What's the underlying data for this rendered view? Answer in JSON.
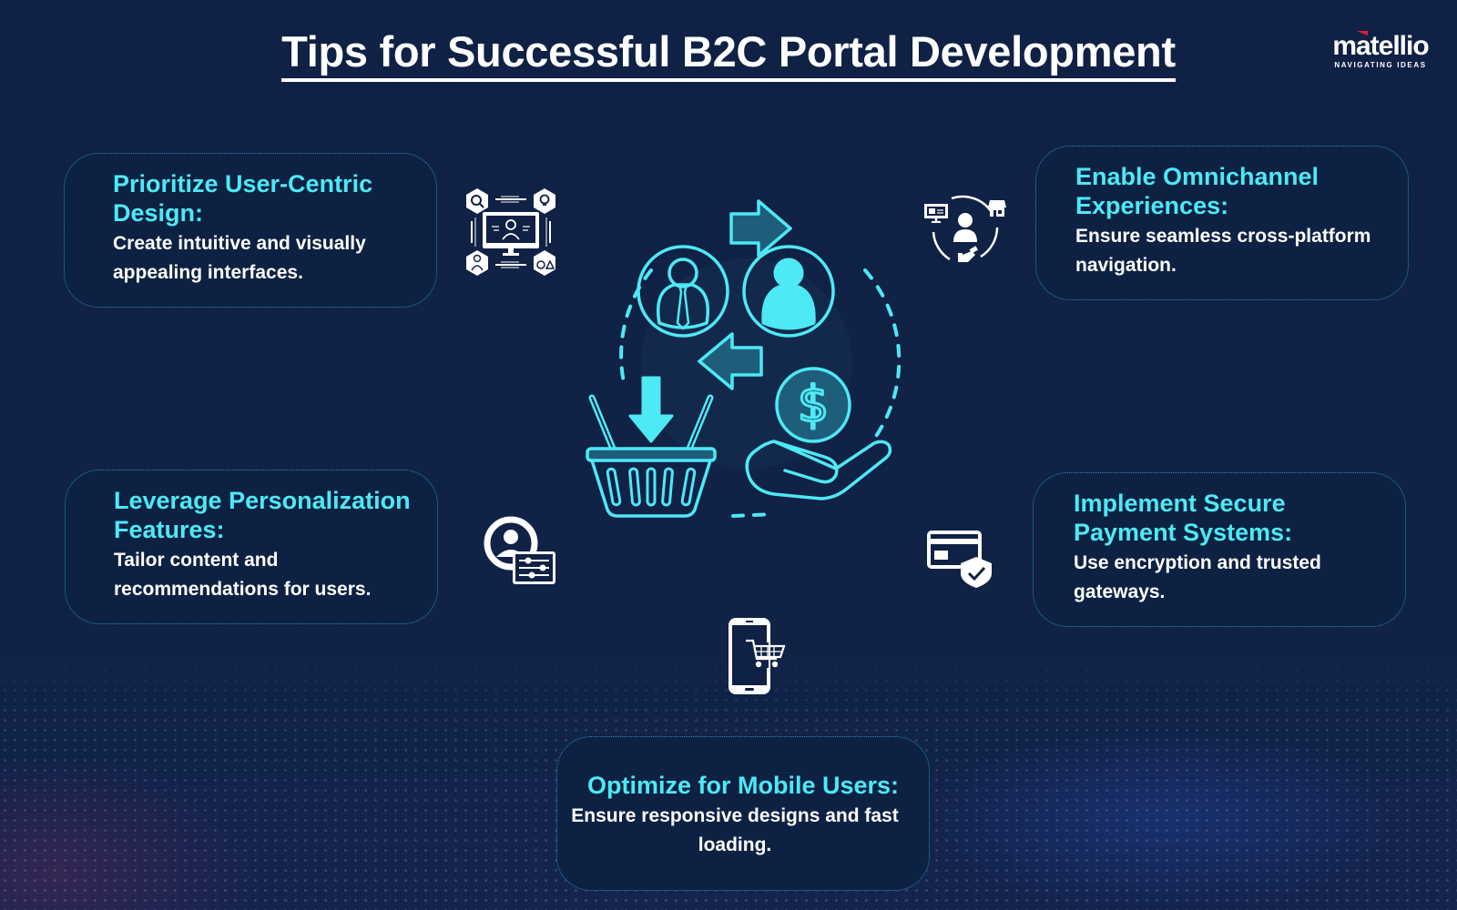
{
  "title": "Tips for Successful B2C Portal Development",
  "logo": {
    "word": "matellio",
    "tagline": "NAVIGATING IDEAS",
    "accent_color": "#e31e2d"
  },
  "colors": {
    "background": "#0f2144",
    "heading_accent": "#4de9f5",
    "card_border": "#2b8fb0",
    "text": "#ffffff"
  },
  "tips": [
    {
      "heading": "Prioritize User-Centric Design:",
      "description": "Create intuitive and visually appealing interfaces.",
      "icon": "user-centric-design-icon"
    },
    {
      "heading": "Enable Omnichannel Experiences:",
      "description": "Ensure seamless cross-platform navigation.",
      "icon": "omnichannel-icon"
    },
    {
      "heading": "Leverage Personalization Features:",
      "description": "Tailor content and recommendations for users.",
      "icon": "personalization-icon"
    },
    {
      "heading": "Implement Secure Payment Systems:",
      "description": "Use encryption and trusted gateways.",
      "icon": "secure-payment-icon"
    },
    {
      "heading": "Optimize for Mobile Users:",
      "description": "Ensure responsive designs and fast loading.",
      "icon": "mobile-cart-icon"
    }
  ],
  "hub": {
    "icon": "b2c-commerce-cycle-icon",
    "elements": [
      "business-person",
      "customer",
      "exchange-arrows",
      "dollar-coin",
      "hand",
      "shopping-basket",
      "down-arrow"
    ]
  }
}
